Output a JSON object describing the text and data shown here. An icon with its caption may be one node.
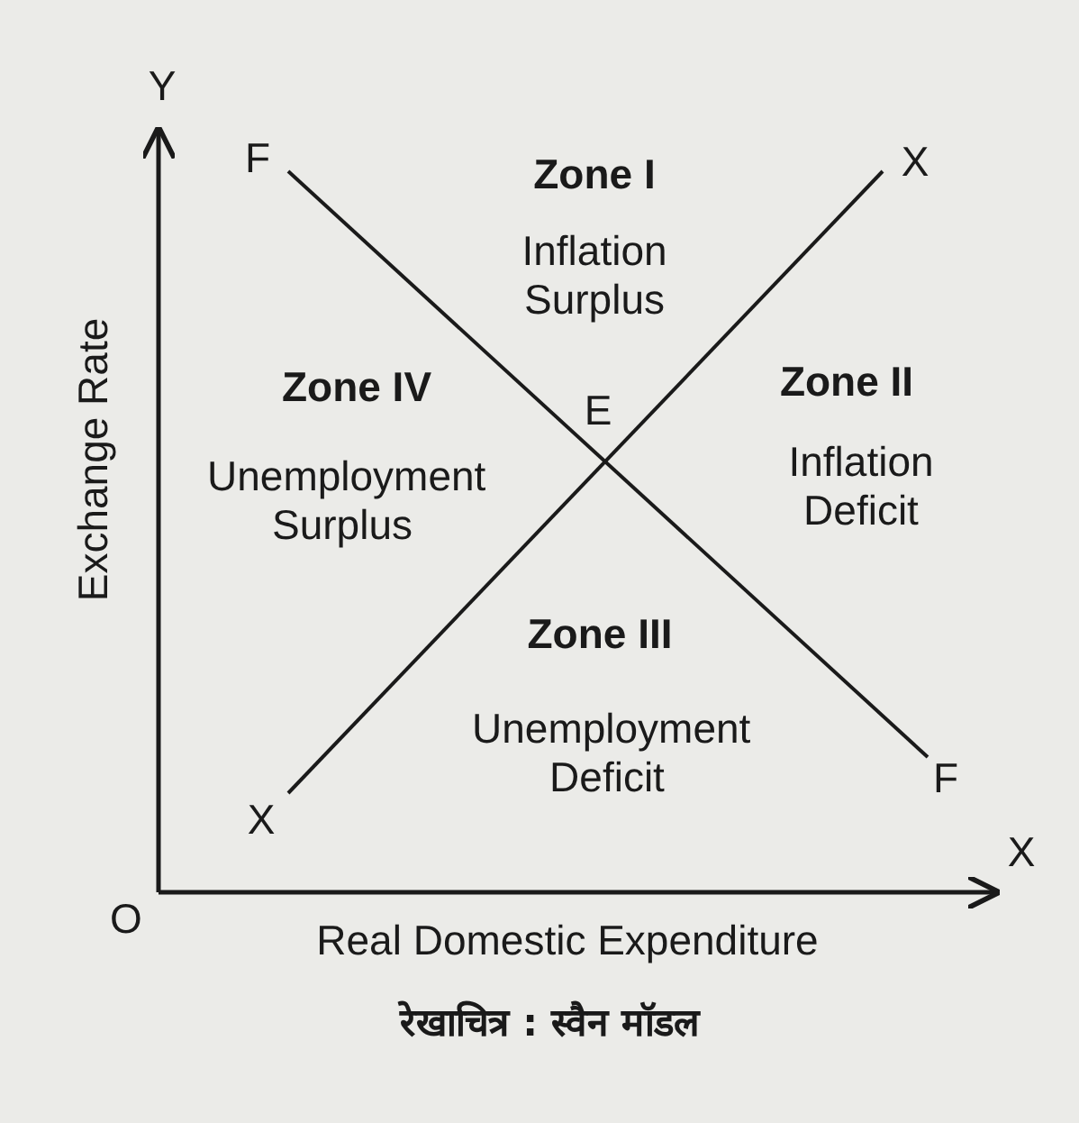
{
  "diagram": {
    "caption": "रेखाचित्र : स्वैन मॉडल",
    "labels": [
      "Y",
      "F",
      "Zone I",
      "Inflation Surplus",
      "X",
      "Exchange Rate",
      "Zone IV",
      "E",
      "Zone II",
      "Unemployment Surplus",
      "Inflation Deficit",
      "Zone III",
      "Unemployment Deficit",
      "X",
      "F",
      "X",
      "O",
      "Real Domestic Expenditure"
    ]
  }
}
